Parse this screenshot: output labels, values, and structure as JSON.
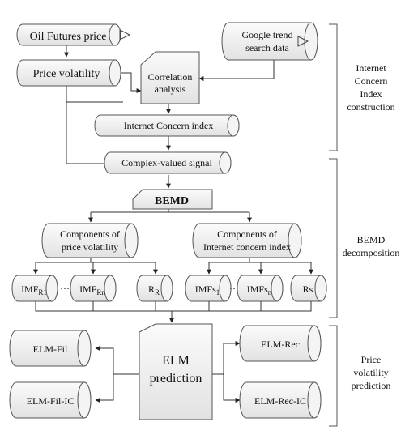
{
  "nodes": {
    "oil_futures_price": "Oil Futures price",
    "price_volatility": "Price volatility",
    "google_trend_line1": "Google trend",
    "google_trend_line2": "search data",
    "correlation_line1": "Correlation",
    "correlation_line2": "analysis",
    "internet_concern_index": "Internet Concern index",
    "complex_valued_signal": "Complex-valued signal",
    "bemd": "BEMD",
    "components_price_line1": "Components of",
    "components_price_line2": "price volatility",
    "components_ici_line1": "Components of",
    "components_ici_line2": "Internet concern index",
    "imf_r1": {
      "base": "IMF",
      "sub": "R1"
    },
    "imf_rn": {
      "base": "IMF",
      "sub": "Rn"
    },
    "r_r": {
      "base": "R",
      "sub": "R"
    },
    "imfs_1": {
      "base": "IMFs",
      "sub": "1"
    },
    "imfs_n": {
      "base": "IMFs",
      "sub": "n"
    },
    "rs": "Rs",
    "ellipsis": "···",
    "elm_fil": "ELM-Fil",
    "elm_fil_ic": "ELM-Fil-IC",
    "elm_prediction_line1": "ELM",
    "elm_prediction_line2": "prediction",
    "elm_rec": "ELM-Rec",
    "elm_rec_ic": "ELM-Rec-IC"
  },
  "stages": {
    "stage1": [
      "Internet",
      "Concern",
      "Index",
      "construction"
    ],
    "stage2": [
      "BEMD",
      "decomposition"
    ],
    "stage3": [
      "Price",
      "volatility",
      "prediction"
    ]
  }
}
